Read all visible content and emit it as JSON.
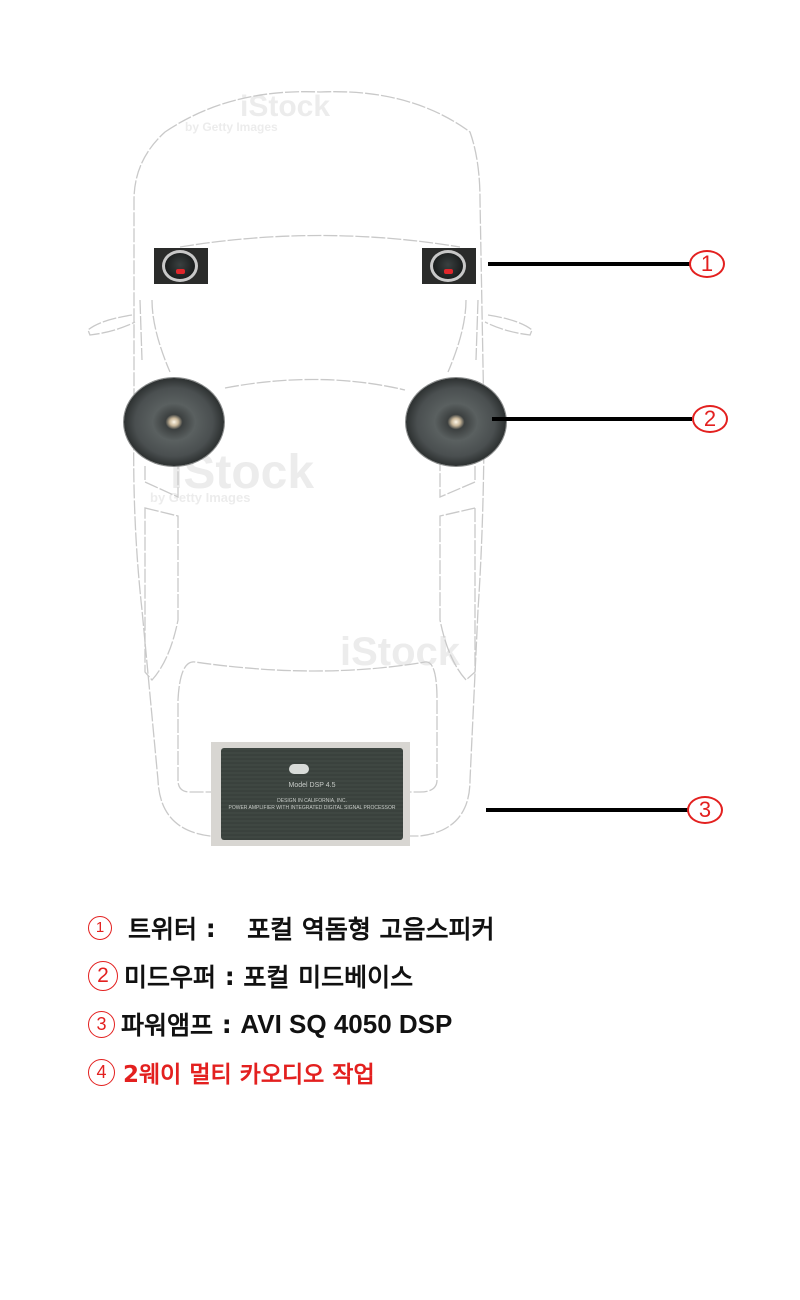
{
  "diagram": {
    "subject": "car top-view audio installation",
    "callouts": [
      {
        "id": 1,
        "label": "①",
        "component": "tweeter"
      },
      {
        "id": 2,
        "label": "②",
        "component": "midwoofer"
      },
      {
        "id": 3,
        "label": "③",
        "component": "power amplifier"
      }
    ],
    "watermarks": [
      "iStock",
      "by Getty Images",
      "iStock",
      "by Getty Images",
      "iStock"
    ]
  },
  "legend": {
    "items": [
      {
        "num": "1",
        "name": "트위터",
        "sep": " :  ",
        "value": "포컬 역돔형 고음스피커",
        "color": "#111111"
      },
      {
        "num": "2",
        "name": "미드우퍼",
        "sep": " : ",
        "value": "포컬 미드베이스",
        "color": "#111111"
      },
      {
        "num": "3",
        "name": "파워앰프",
        "sep": " : ",
        "value": "AVI SQ 4050 DSP",
        "color": "#111111"
      },
      {
        "num": "4",
        "name": "2웨이 멀티 카오디오 작업",
        "sep": "",
        "value": "",
        "color": "#e3201f"
      }
    ]
  },
  "amp": {
    "model_text": "Model DSP 4.5",
    "line1": "DESIGN IN CALIFORNIA, INC.",
    "line2": "POWER AMPLIFIER WITH INTEGRATED DIGITAL SIGNAL PROCESSOR"
  },
  "colors": {
    "accent_red": "#e3201f",
    "leader_line": "#000000",
    "outline": "#c8c8c8"
  }
}
